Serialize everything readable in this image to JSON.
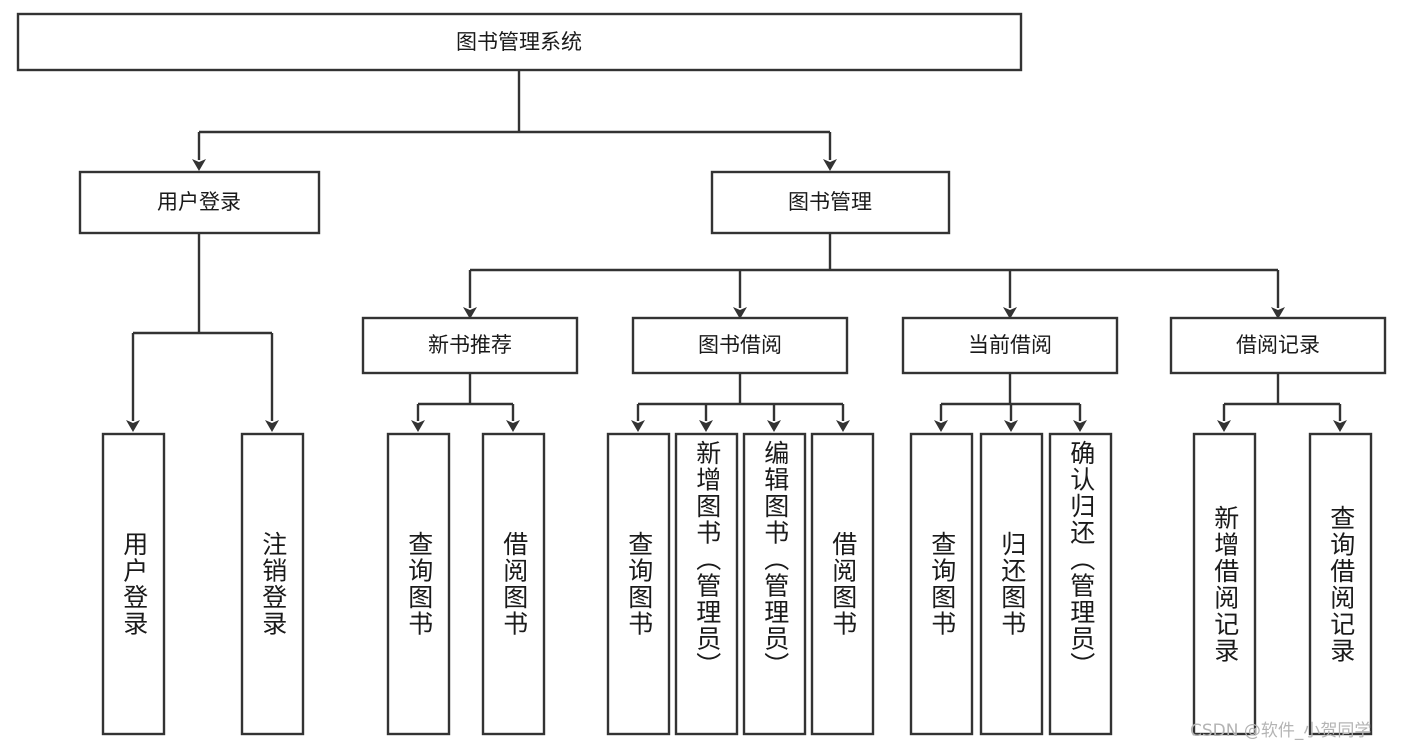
{
  "diagram": {
    "type": "tree-hierarchy",
    "title": "图书管理系统",
    "watermark": "CSDN @软件_小贺同学",
    "levels": {
      "level1": [
        {
          "id": "root",
          "label": "图书管理系统",
          "orientation": "horizontal"
        }
      ],
      "level2": [
        {
          "id": "user-login",
          "label": "用户登录",
          "orientation": "horizontal",
          "parent": "root"
        },
        {
          "id": "book-manage",
          "label": "图书管理",
          "orientation": "horizontal",
          "parent": "root"
        }
      ],
      "level3": [
        {
          "id": "new-book-recommend",
          "label": "新书推荐",
          "orientation": "horizontal",
          "parent": "book-manage"
        },
        {
          "id": "book-borrow",
          "label": "图书借阅",
          "orientation": "horizontal",
          "parent": "book-manage"
        },
        {
          "id": "current-borrow",
          "label": "当前借阅",
          "orientation": "horizontal",
          "parent": "book-manage"
        },
        {
          "id": "borrow-record",
          "label": "借阅记录",
          "orientation": "horizontal",
          "parent": "book-manage"
        }
      ],
      "level4": [
        {
          "id": "leaf-user-login",
          "label": "用户登录",
          "orientation": "vertical",
          "parent": "user-login"
        },
        {
          "id": "leaf-logout",
          "label": "注销登录",
          "orientation": "vertical",
          "parent": "user-login"
        },
        {
          "id": "leaf-query-book-1",
          "label": "查询图书",
          "orientation": "vertical",
          "parent": "new-book-recommend"
        },
        {
          "id": "leaf-borrow-book-1",
          "label": "借阅图书",
          "orientation": "vertical",
          "parent": "new-book-recommend"
        },
        {
          "id": "leaf-query-book-2",
          "label": "查询图书",
          "orientation": "vertical",
          "parent": "book-borrow"
        },
        {
          "id": "leaf-add-book",
          "label": "新增图书（管理员）",
          "orientation": "vertical",
          "parent": "book-borrow"
        },
        {
          "id": "leaf-edit-book",
          "label": "编辑图书（管理员）",
          "orientation": "vertical",
          "parent": "book-borrow"
        },
        {
          "id": "leaf-borrow-book-2",
          "label": "借阅图书",
          "orientation": "vertical",
          "parent": "book-borrow"
        },
        {
          "id": "leaf-query-book-3",
          "label": "查询图书",
          "orientation": "vertical",
          "parent": "current-borrow"
        },
        {
          "id": "leaf-return-book",
          "label": "归还图书",
          "orientation": "vertical",
          "parent": "current-borrow"
        },
        {
          "id": "leaf-confirm-return",
          "label": "确认归还（管理员）",
          "orientation": "vertical",
          "parent": "current-borrow"
        },
        {
          "id": "leaf-add-record",
          "label": "新增借阅记录",
          "orientation": "vertical",
          "parent": "borrow-record"
        },
        {
          "id": "leaf-query-record",
          "label": "查询借阅记录",
          "orientation": "vertical",
          "parent": "borrow-record"
        }
      ]
    },
    "colors": {
      "stroke": "#333333",
      "fill": "#ffffff",
      "text": "#1a1a1a",
      "watermark": "#b4b4b4"
    }
  }
}
